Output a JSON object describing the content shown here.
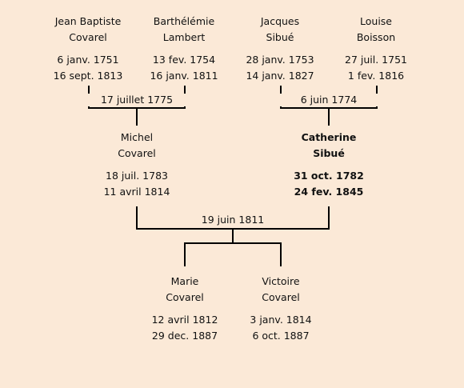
{
  "people": {
    "jean_baptiste": {
      "first": "Jean Baptiste",
      "last": "Covarel",
      "birth": "6 janv. 1751",
      "death": "16 sept. 1813"
    },
    "barthelemie": {
      "first": "Barthélémie",
      "last": "Lambert",
      "birth": "13 fev. 1754",
      "death": "16 janv. 1811"
    },
    "jacques": {
      "first": "Jacques",
      "last": "Sibué",
      "birth": "28 janv. 1753",
      "death": "14 janv. 1827"
    },
    "louise": {
      "first": "Louise",
      "last": "Boisson",
      "birth": "27 juil. 1751",
      "death": "1 fev. 1816"
    },
    "michel": {
      "first": "Michel",
      "last": "Covarel",
      "birth": "18 juil. 1783",
      "death": "11 avril 1814"
    },
    "catherine": {
      "first": "Catherine",
      "last": "Sibué",
      "birth": "31 oct. 1782",
      "death": "24 fev. 1845"
    },
    "marie": {
      "first": "Marie",
      "last": "Covarel",
      "birth": "12 avril 1812",
      "death": "29 dec. 1887"
    },
    "victoire": {
      "first": "Victoire",
      "last": "Covarel",
      "birth": "3 janv. 1814",
      "death": "6 oct. 1887"
    }
  },
  "marriages": {
    "covarel_lambert": "17 juillet 1775",
    "sibue_boisson": "6 juin 1774",
    "covarel_sibue": "19 juin 1811"
  },
  "colors": {
    "background": "#fbe9d7",
    "line": "#000000",
    "text": "#111111"
  }
}
